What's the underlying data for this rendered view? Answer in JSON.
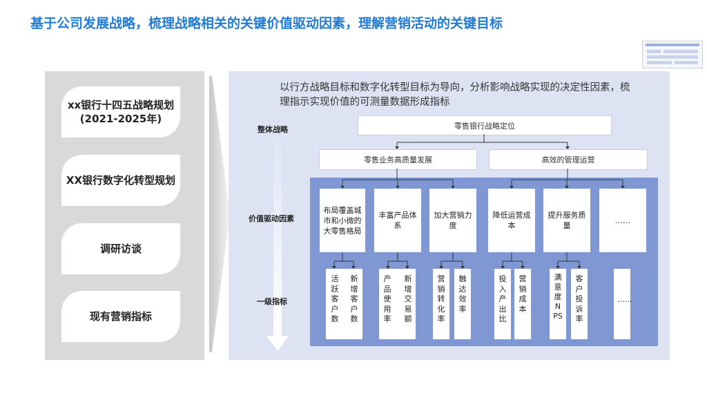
{
  "header": {
    "title": "基于公司发展战略，梳理战略相关的关键价值驱动因素，理解营销活动的关键目标"
  },
  "left_steps": [
    "xx银行十四五战略规划(2021-2025年)",
    "XX银行数字化转型规划",
    "调研访谈",
    "现有营销指标"
  ],
  "intro_text": "以行方战略目标和数字化转型目标为导向，分析影响战略实现的决定性因素，梳理指示实现价值的可测量数据形成指标",
  "row_labels": {
    "strategy": "整体战略",
    "drivers": "价值驱动因素",
    "indicators": "一级指标"
  },
  "strategy": {
    "top": "零售银行战略定位",
    "left": "零售业务高质量发展",
    "right": "高效的管理运营"
  },
  "drivers": [
    "布局覆盖城市和小微的大零售格局",
    "丰富产品体系",
    "加大营销力度",
    "降低运营成本",
    "提升服务质量",
    "……"
  ],
  "indicators": [
    [
      "活跃客户数",
      "新增客户数"
    ],
    [
      "产品使用率",
      "新增交易额"
    ],
    [
      "营销转化率",
      "触达效率"
    ],
    [
      "投入产出比",
      "营销成本"
    ],
    [
      "满意度NPS",
      "客户投诉率"
    ],
    [
      "……"
    ]
  ],
  "colors": {
    "title": "#1f7bd4",
    "left_panel": "#d9d9d9",
    "right_panel": "#dde3f3",
    "driver_area": "#7f98d4"
  }
}
